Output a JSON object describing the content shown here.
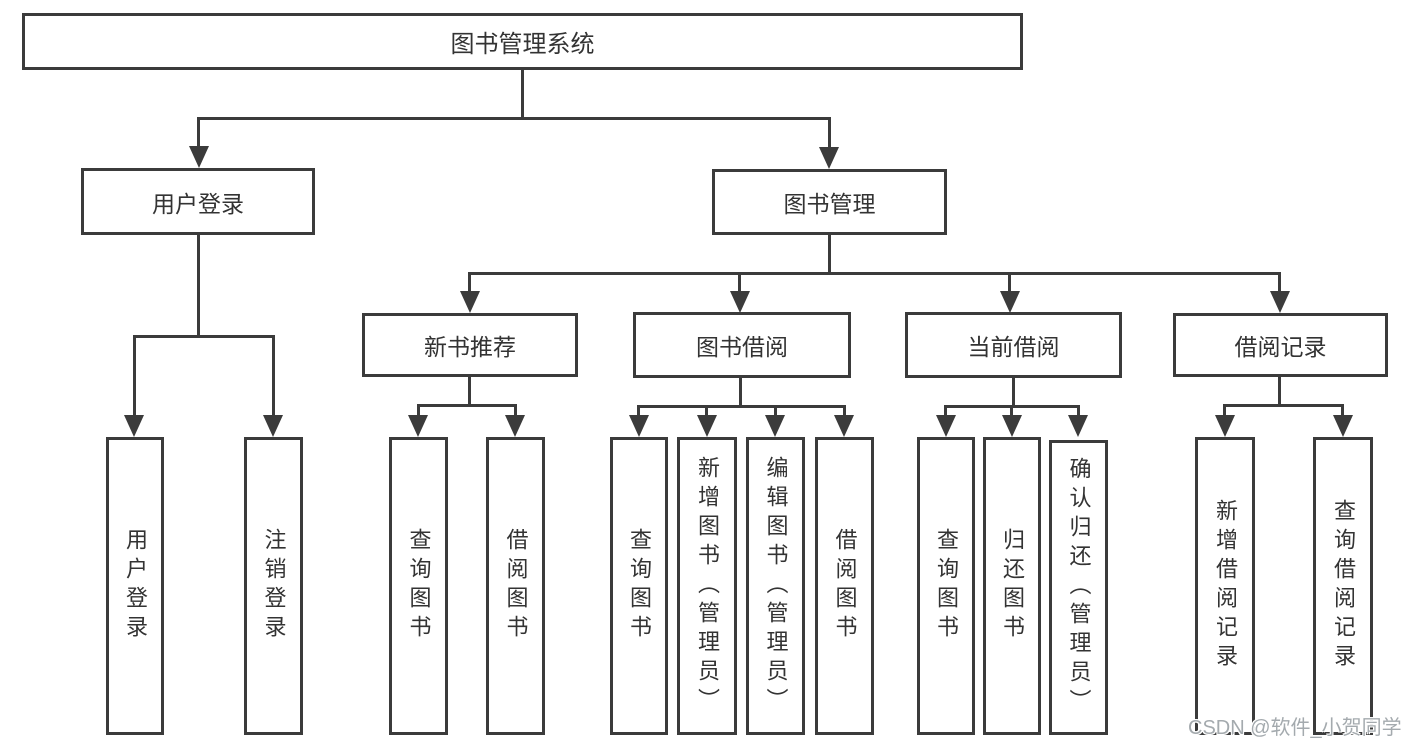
{
  "tree": {
    "label": "图书管理系统",
    "children": [
      {
        "label": "用户登录",
        "children": [
          {
            "label": "用户登录"
          },
          {
            "label": "注销登录"
          }
        ]
      },
      {
        "label": "图书管理",
        "children": [
          {
            "label": "新书推荐",
            "children": [
              {
                "label": "查询图书"
              },
              {
                "label": "借阅图书"
              }
            ]
          },
          {
            "label": "图书借阅",
            "children": [
              {
                "label": "查询图书"
              },
              {
                "label": "新增图书（管理员）"
              },
              {
                "label": "编辑图书（管理员）"
              },
              {
                "label": "借阅图书"
              }
            ]
          },
          {
            "label": "当前借阅",
            "children": [
              {
                "label": "查询图书"
              },
              {
                "label": "归还图书"
              },
              {
                "label": "确认归还（管理员）"
              }
            ]
          },
          {
            "label": "借阅记录",
            "children": [
              {
                "label": "新增借阅记录"
              },
              {
                "label": "查询借阅记录"
              }
            ]
          }
        ]
      }
    ]
  },
  "watermark": {
    "text": "CSDN @软件_小贺同学"
  },
  "colors": {
    "line": "#3b3b3b",
    "text": "#333333",
    "background": "#ffffff",
    "watermark": "#a4aaae"
  }
}
